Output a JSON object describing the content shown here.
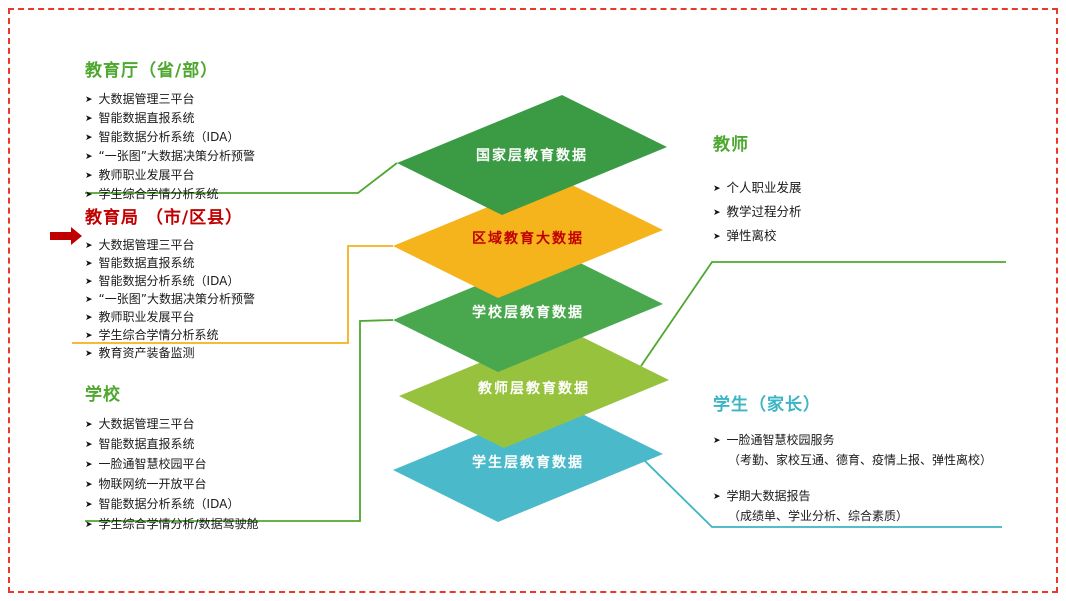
{
  "border_color": "#e8392b",
  "arrow_color": "#c00000",
  "bullet": "➤",
  "colors": {
    "green": "#4ea72e",
    "red": "#c00000",
    "cyan": "#3bb5c4",
    "yellow": "#f2b01e"
  },
  "layers": [
    {
      "name": "national",
      "label": "国家层教育数据",
      "fill": "#3a9b44",
      "label_color": "#ffffff"
    },
    {
      "name": "regional",
      "label": "区域教育大数据",
      "fill": "#f5b31c",
      "label_color": "#c00000"
    },
    {
      "name": "school",
      "label": "学校层教育数据",
      "fill": "#49a84e",
      "label_color": "#ffffff"
    },
    {
      "name": "teacher",
      "label": "教师层教育数据",
      "fill": "#97c23e",
      "label_color": "#ffffff"
    },
    {
      "name": "student",
      "label": "学生层教育数据",
      "fill": "#4ab9c9",
      "label_color": "#ffffff"
    }
  ],
  "sections": {
    "provincial": {
      "title": "教育厅（省/部）",
      "items": [
        "大数据管理三平台",
        "智能数据直报系统",
        "智能数据分析系统（IDA）",
        "“一张图”大数据决策分析预警",
        "教师职业发展平台",
        "学生综合学情分析系统"
      ]
    },
    "municipal": {
      "title": "教育局 （市/区县）",
      "items": [
        "大数据管理三平台",
        "智能数据直报系统",
        "智能数据分析系统（IDA）",
        "“一张图”大数据决策分析预警",
        "教师职业发展平台",
        "学生综合学情分析系统",
        "教育资产装备监测"
      ]
    },
    "school": {
      "title": "学校",
      "items": [
        "大数据管理三平台",
        "智能数据直报系统",
        "一脸通智慧校园平台",
        "物联网统一开放平台",
        "智能数据分析系统（IDA）",
        "学生综合学情分析/数据驾驶舱"
      ]
    },
    "teacher": {
      "title": "教师",
      "items": [
        "个人职业发展",
        "教学过程分析",
        "弹性离校"
      ]
    },
    "student": {
      "title": "学生（家长）",
      "items": [
        {
          "text": "一脸通智慧校园服务",
          "note": "（考勤、家校互通、德育、疫情上报、弹性离校）"
        },
        {
          "text": "学期大数据报告",
          "note": "（成绩单、学业分析、综合素质）"
        }
      ]
    }
  }
}
